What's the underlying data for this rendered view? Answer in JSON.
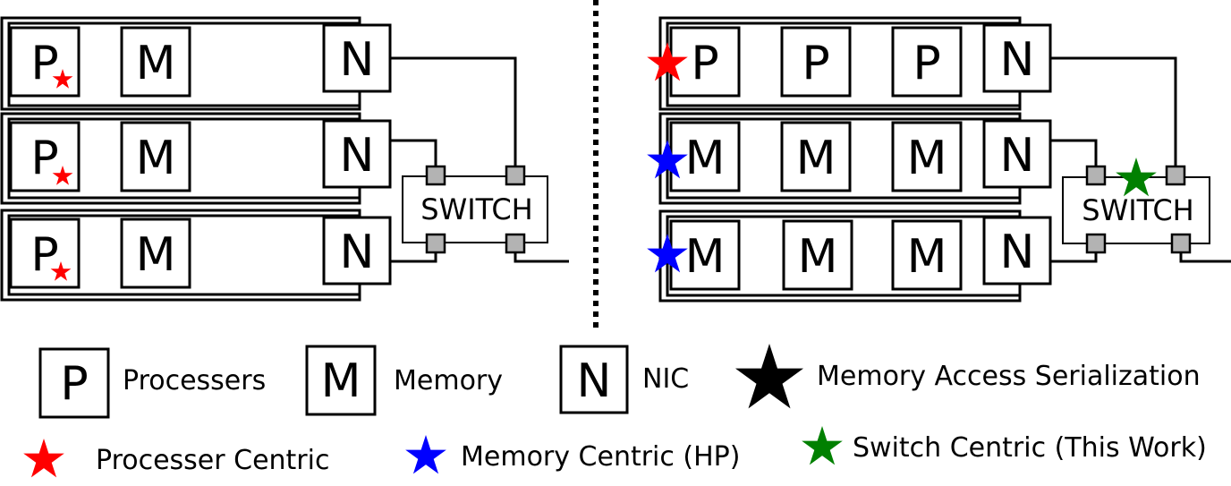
{
  "left_panel": {
    "rows": [
      {
        "proc_label": "P",
        "mem_label": "M",
        "nic_label": "N"
      },
      {
        "proc_label": "P",
        "mem_label": "M",
        "nic_label": "N"
      },
      {
        "proc_label": "P",
        "mem_label": "M",
        "nic_label": "N"
      }
    ],
    "switch_label": "SWITCH"
  },
  "right_panel": {
    "rows": [
      {
        "cells": [
          "P",
          "P",
          "P"
        ],
        "nic_label": "N"
      },
      {
        "cells": [
          "M",
          "M",
          "M"
        ],
        "nic_label": "N"
      },
      {
        "cells": [
          "M",
          "M",
          "M"
        ],
        "nic_label": "N"
      }
    ],
    "switch_label": "SWITCH"
  },
  "legend": {
    "processors_box": "P",
    "processors_text": "Processers",
    "memory_box": "M",
    "memory_text": "Memory",
    "nic_box": "N",
    "nic_text": "NIC",
    "serialization_text": "Memory Access Serialization",
    "processor_centric_text": "Processer Centric",
    "memory_centric_text": "Memory Centric (HP)",
    "switch_centric_text": "Switch Centric (This Work)"
  },
  "colors": {
    "processor_centric": "#ff0000",
    "memory_centric": "#0000ff",
    "switch_centric": "#008000",
    "serialization": "#000000",
    "port_fill": "#b3b3b3"
  }
}
